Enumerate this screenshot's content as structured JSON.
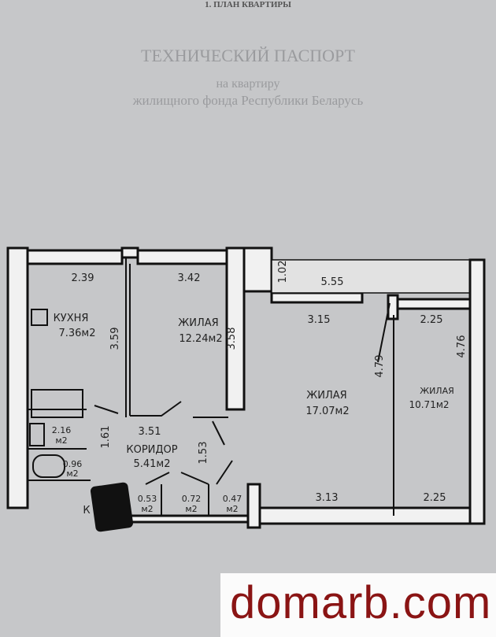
{
  "document": {
    "section_title": "1. ПЛАН КВАРТИРЫ",
    "title": "ТЕХНИЧЕСКИЙ ПАСПОРТ",
    "subtitle": "на квартиру",
    "subtitle2": "жилищного фонда Республики Беларусь"
  },
  "plan": {
    "rooms": [
      {
        "name": "КУХНЯ",
        "area": "7.36м2"
      },
      {
        "name": "ЖИЛАЯ",
        "area": "12.24м2"
      },
      {
        "name": "ЖИЛАЯ",
        "area": "17.07м2"
      },
      {
        "name": "ЖИЛАЯ",
        "area": "10.71м2"
      },
      {
        "name": "КОРИДОР",
        "area": "5.41м2"
      }
    ],
    "small_rooms": [
      {
        "area": "2.16",
        "unit": "м2"
      },
      {
        "area": "0.96",
        "unit": "м2"
      },
      {
        "area": "0.53",
        "unit": "м2"
      },
      {
        "area": "0.72",
        "unit": "м2"
      },
      {
        "area": "0.47",
        "unit": "м2"
      }
    ],
    "dimensions": [
      "2.39",
      "3.42",
      "1.02",
      "5.55",
      "3.59",
      "3.58",
      "3.15",
      "2.25",
      "4.79",
      "4.76",
      "3.51",
      "1.61",
      "1.53",
      "3.13",
      "2.25"
    ],
    "partial_label": "К"
  },
  "watermark": "domarb.com"
}
